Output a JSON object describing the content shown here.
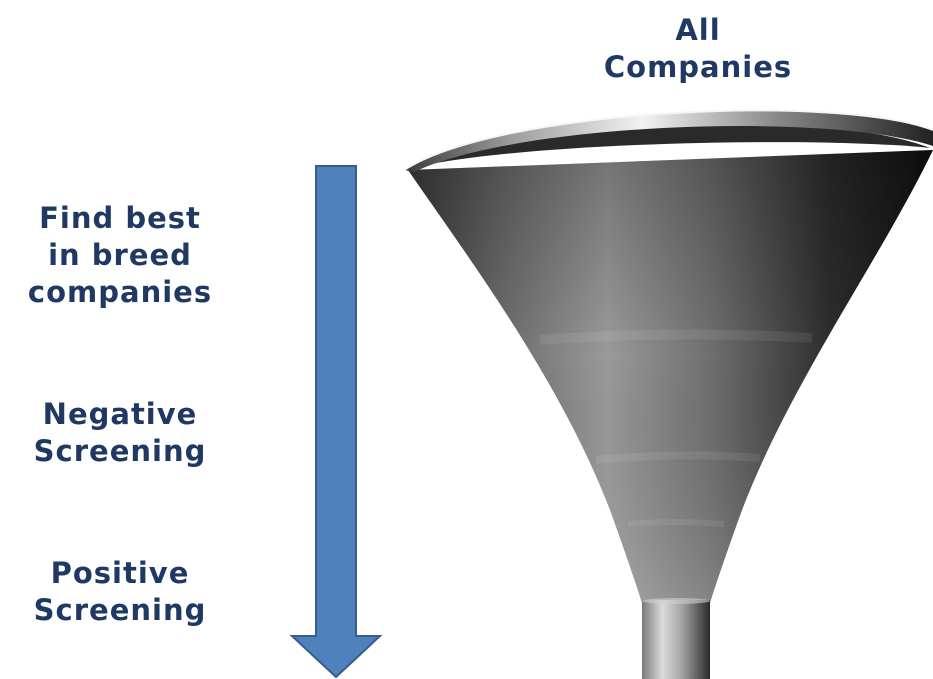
{
  "diagram": {
    "top_label": {
      "line1": "All",
      "line2": "Companies"
    },
    "steps": [
      {
        "line1": "Find best",
        "line2": "in breed",
        "line3": "companies"
      },
      {
        "line1": "Negative",
        "line2": "Screening"
      },
      {
        "line1": "Positive",
        "line2": "Screening"
      }
    ]
  },
  "colors": {
    "label_text": "#1f3864",
    "arrow_fill": "#4f81bd",
    "arrow_stroke": "#385d8a",
    "funnel_light": "#b8b8b8",
    "funnel_dark": "#1a1a1a"
  },
  "icons": [
    "down-arrow-icon",
    "funnel-icon"
  ]
}
